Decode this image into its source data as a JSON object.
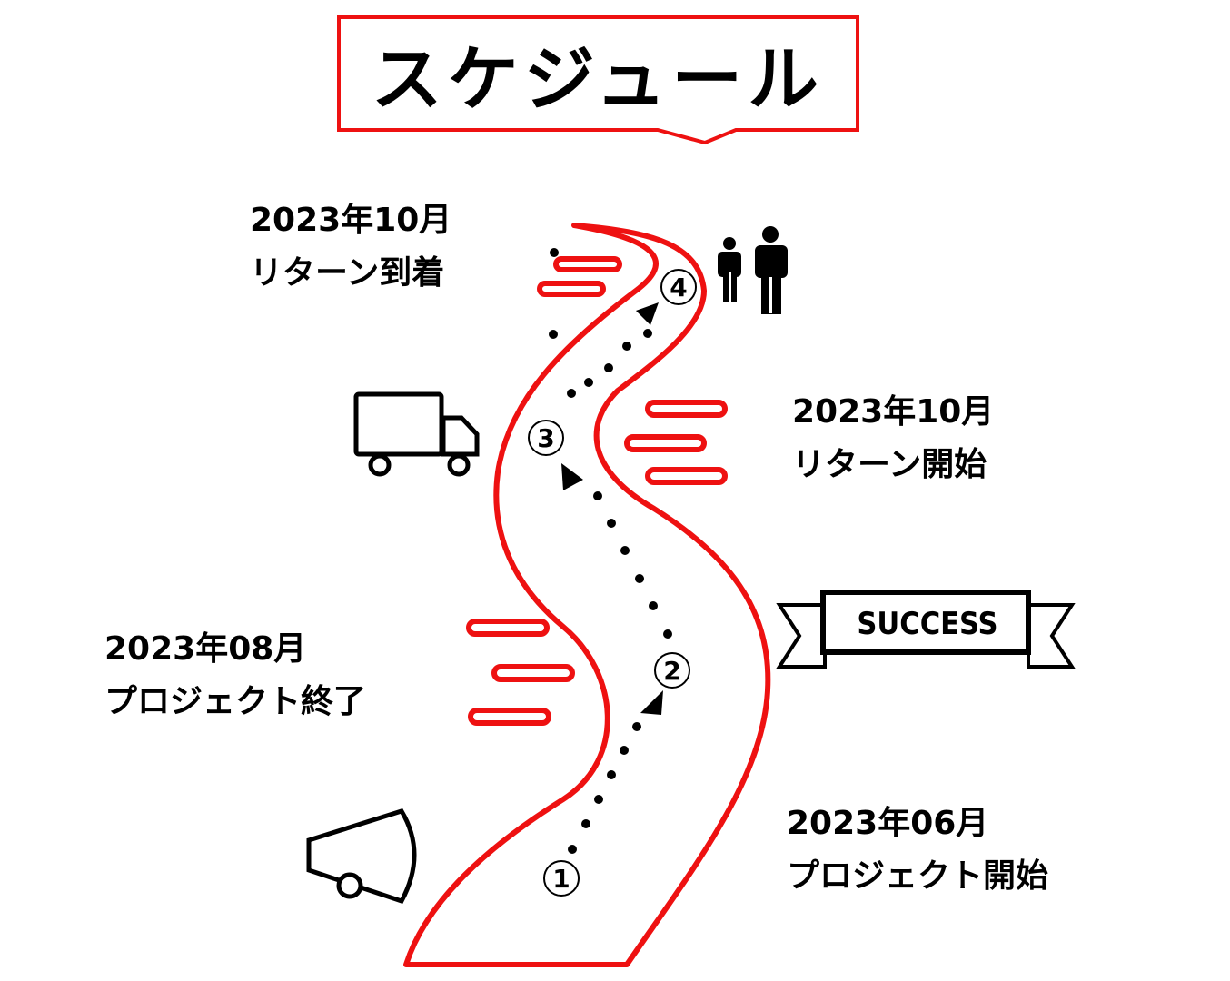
{
  "title": "スケジュール",
  "colors": {
    "accent": "#ee1111",
    "ink": "#000000"
  },
  "milestones": [
    {
      "step": "1",
      "date": "2023年06月",
      "label": "プロジェクト開始",
      "icon": "megaphone-icon"
    },
    {
      "step": "2",
      "date": "2023年08月",
      "label": "プロジェクト終了",
      "icon": "success-ribbon-icon"
    },
    {
      "step": "3",
      "date": "2023年10月",
      "label": "リターン開始",
      "icon": "truck-icon"
    },
    {
      "step": "4",
      "date": "2023年10月",
      "label": "リターン到着",
      "icon": "people-icon"
    }
  ],
  "ribbon_text": "SUCCESS"
}
